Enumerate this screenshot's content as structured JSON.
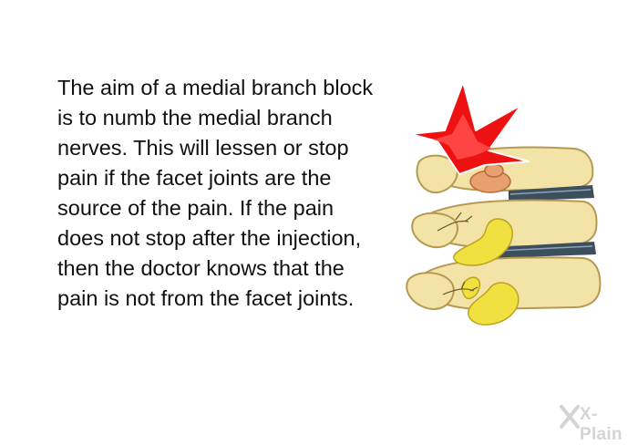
{
  "content": {
    "paragraph": "The aim of a medial branch block is to numb the medial branch nerves. This will lessen or stop pain if the facet joints are the source of the pain. If the pain does not stop after the injection, then the doctor knows that the pain is not from the facet joints."
  },
  "illustration": {
    "subject": "lumbar spine vertebrae with pain indicator at facet joint",
    "colors": {
      "bone": "#f3e3a6",
      "bone_outline": "#b59a52",
      "disc": "#3d4e5c",
      "facet_highlight": "#f0e040",
      "inflamed_joint": "#e8a070",
      "pain_burst": "#ee1111"
    }
  },
  "logo": {
    "text": "X-Plain"
  }
}
